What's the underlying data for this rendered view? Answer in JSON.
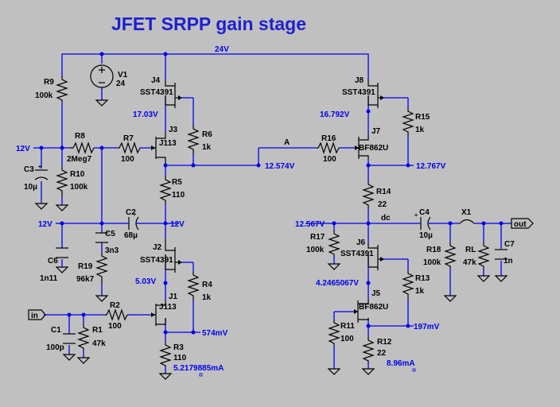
{
  "title": "JFET SRPP gain stage",
  "colors": {
    "background": "#c0c0c0",
    "wire": "#0000ee",
    "component": "#000000",
    "title": "#1f1fd0"
  },
  "supply": {
    "rail_label": "24V",
    "source": "V1",
    "value": "24"
  },
  "components": {
    "R9": {
      "ref": "R9",
      "value": "100k"
    },
    "R8": {
      "ref": "R8",
      "value": "2Meg7"
    },
    "R7": {
      "ref": "R7",
      "value": "100"
    },
    "R10": {
      "ref": "R10",
      "value": "100k"
    },
    "C3": {
      "ref": "C3",
      "value": "10µ"
    },
    "J4": {
      "ref": "J4",
      "value": "SST4391"
    },
    "J3": {
      "ref": "J3",
      "value": "J113"
    },
    "R6": {
      "ref": "R6",
      "value": "1k"
    },
    "R5": {
      "ref": "R5",
      "value": "110"
    },
    "C2": {
      "ref": "C2",
      "value": "68µ"
    },
    "C5": {
      "ref": "C5",
      "value": "3n3"
    },
    "C6": {
      "ref": "C6",
      "value": "1n11"
    },
    "R19": {
      "ref": "R19",
      "value": "96k7"
    },
    "J2": {
      "ref": "J2",
      "value": "SST4391"
    },
    "R4": {
      "ref": "R4",
      "value": "1k"
    },
    "J1": {
      "ref": "J1",
      "value": "J113"
    },
    "R2": {
      "ref": "R2",
      "value": "100"
    },
    "R1": {
      "ref": "R1",
      "value": "47k"
    },
    "C1": {
      "ref": "C1",
      "value": "100p"
    },
    "R3": {
      "ref": "R3",
      "value": "110"
    },
    "J8": {
      "ref": "J8",
      "value": "SST4391"
    },
    "R15": {
      "ref": "R15",
      "value": "1k"
    },
    "J7": {
      "ref": "J7",
      "value": "BF862U"
    },
    "R16": {
      "ref": "R16",
      "value": "100"
    },
    "R14": {
      "ref": "R14",
      "value": "22"
    },
    "C4": {
      "ref": "C4",
      "value": "10µ"
    },
    "R17": {
      "ref": "R17",
      "value": "100k"
    },
    "J6": {
      "ref": "J6",
      "value": "SST4391"
    },
    "R18": {
      "ref": "R18",
      "value": "100k"
    },
    "RL": {
      "ref": "RL",
      "value": "47k"
    },
    "C7": {
      "ref": "C7",
      "value": "1n"
    },
    "X1": {
      "ref": "X1",
      "value": ""
    },
    "R13": {
      "ref": "R13",
      "value": "1k"
    },
    "J5": {
      "ref": "J5",
      "value": "BF862U"
    },
    "R11": {
      "ref": "R11",
      "value": "100"
    },
    "R12": {
      "ref": "R12",
      "value": "22"
    }
  },
  "nets": {
    "v12_left_top": "12V",
    "v12_left_mid": "12V",
    "v12_mid": "12V",
    "n1703": "17.03V",
    "n503": "5.03V",
    "n12574": "12.574V",
    "n574mv": "574mV",
    "i5217": "5.2179885mA",
    "netA": "A",
    "n16792": "16.792V",
    "n12767": "12.767V",
    "n12567": "12.567V",
    "dc": "dc",
    "n4246": "4.2465067V",
    "n197mv": "197mV",
    "i896": "8.96mA"
  },
  "ports": {
    "in": "in",
    "out": "out"
  }
}
